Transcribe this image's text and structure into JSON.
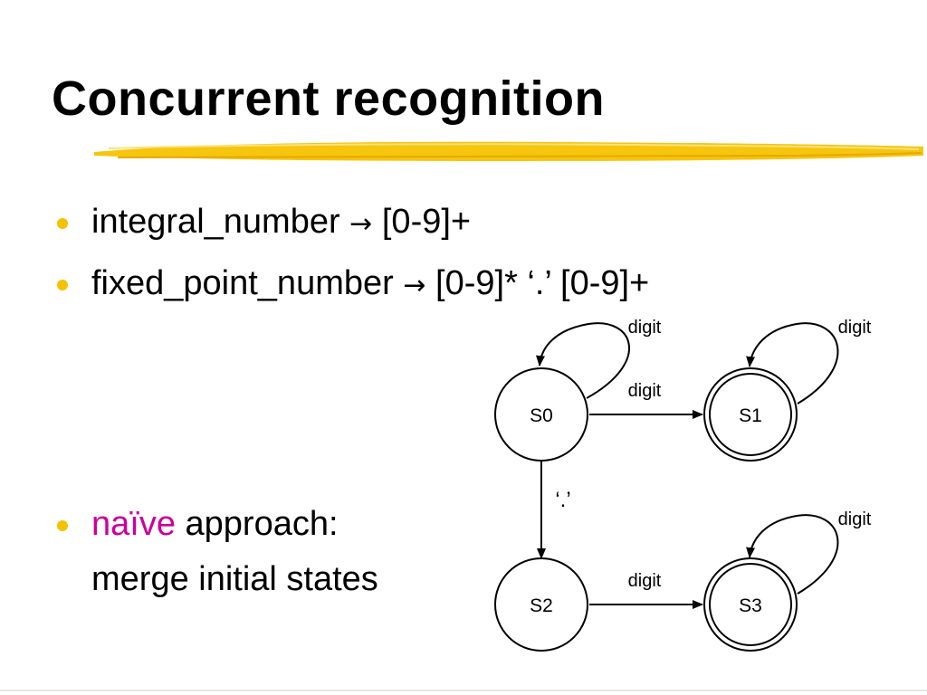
{
  "slide": {
    "title": "Concurrent recognition",
    "accent_color": "#cc0099",
    "bullet_color": "#f5c200",
    "underline_color": "#f5c200"
  },
  "bullets": [
    {
      "id": "integral",
      "icon": "bullet-dot",
      "name": "integral_number",
      "arrow": "→",
      "rhs": "[0-9]+"
    },
    {
      "id": "fixed",
      "icon": "bullet-dot",
      "name": "fixed_point_number",
      "arrow": "→",
      "rhs": "[0-9]* ‘.’ [0-9]+"
    },
    {
      "id": "naive",
      "icon": "bullet-dot",
      "emphasis": "naïve",
      "rest": "approach:",
      "continuation": "merge initial states"
    }
  ],
  "diagram": {
    "states": [
      {
        "label": "S0",
        "accepting": false
      },
      {
        "label": "S1",
        "accepting": true
      },
      {
        "label": "S2",
        "accepting": false
      },
      {
        "label": "S3",
        "accepting": true
      }
    ],
    "transitions": [
      {
        "from": "S0",
        "to": "S0",
        "label": "digit"
      },
      {
        "from": "S1",
        "to": "S1",
        "label": "digit"
      },
      {
        "from": "S0",
        "to": "S1",
        "label": "digit"
      },
      {
        "from": "S0",
        "to": "S2",
        "label": "‘.’"
      },
      {
        "from": "S2",
        "to": "S3",
        "label": "digit"
      },
      {
        "from": "S3",
        "to": "S3",
        "label": "digit"
      }
    ]
  }
}
